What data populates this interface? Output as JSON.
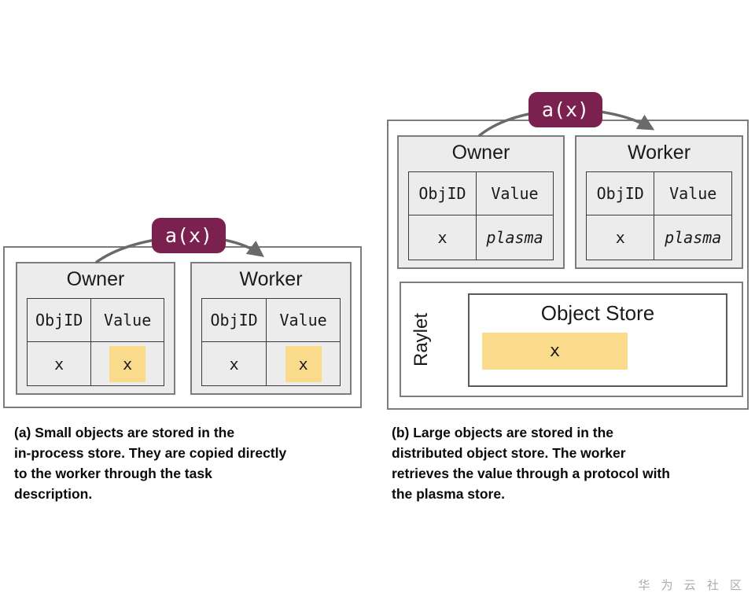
{
  "colors": {
    "badge-bg": "#7B2150",
    "highlight": "#FADB8C",
    "arrow": "#6A6A6A",
    "box-fill": "#ECECEC"
  },
  "panel_a": {
    "badge_label": "a(x)",
    "owner": {
      "title": "Owner",
      "col_objid": "ObjID",
      "col_value": "Value",
      "row_objid": "x",
      "row_value": "x"
    },
    "worker": {
      "title": "Worker",
      "col_objid": "ObjID",
      "col_value": "Value",
      "row_objid": "x",
      "row_value": "x"
    },
    "caption_lines": [
      "(a) Small objects are stored in the",
      "in-process store. They are copied directly",
      "to the worker through the task",
      "description."
    ]
  },
  "panel_b": {
    "badge_label": "a(x)",
    "owner": {
      "title": "Owner",
      "col_objid": "ObjID",
      "col_value": "Value",
      "row_objid": "x",
      "row_value": "plasma"
    },
    "worker": {
      "title": "Worker",
      "col_objid": "ObjID",
      "col_value": "Value",
      "row_objid": "x",
      "row_value": "plasma"
    },
    "raylet_label": "Raylet",
    "object_store": {
      "title": "Object Store",
      "item_label": "x"
    },
    "caption_lines": [
      "(b) Large objects are stored in the",
      "distributed object store. The worker",
      "retrieves the value through a protocol with",
      "the plasma store."
    ]
  },
  "watermark": "华 为 云 社 区"
}
